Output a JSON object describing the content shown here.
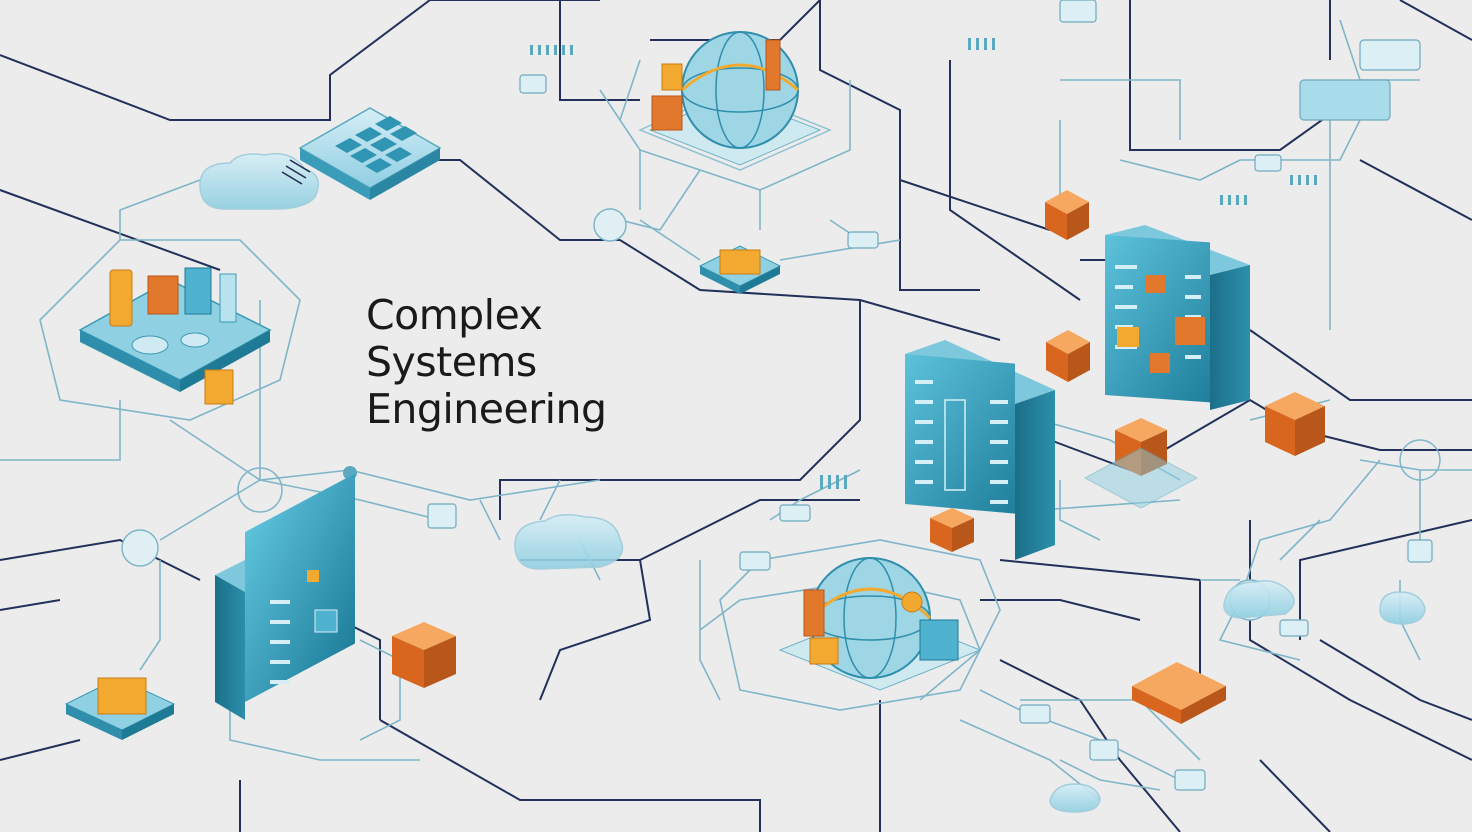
{
  "title": {
    "line1": "Complex",
    "line2": "Systems",
    "line3": "Engineering"
  },
  "colors": {
    "background": "#ececec",
    "line_dark": "#1f2a4d",
    "line_light": "#7fb5c8",
    "module_teal": "#2f95b2",
    "module_light": "#8fd0e2",
    "cube_orange": "#e2782c",
    "cube_dark_orange": "#b9561a",
    "accent_gold": "#f1a92f"
  },
  "icons": [
    "server-rack-icon",
    "cube-node-icon",
    "chip-platform-icon",
    "globe-machine-icon",
    "cloud-node-icon",
    "keypad-icon"
  ]
}
